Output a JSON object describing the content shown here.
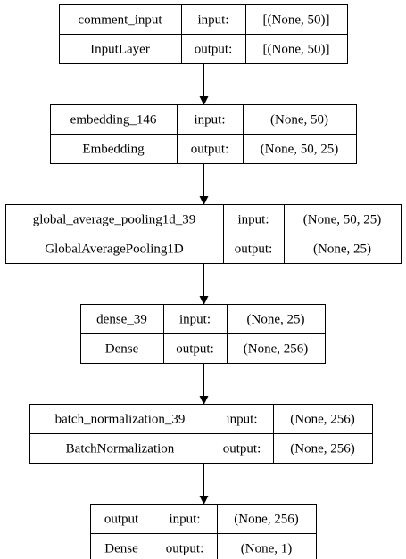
{
  "colors": {
    "stroke": "#000000",
    "text": "#000000",
    "background": "#ffffff"
  },
  "layers": [
    {
      "name": "comment_input",
      "type": "InputLayer",
      "input_label": "input:",
      "output_label": "output:",
      "input_shape": "[(None, 50)]",
      "output_shape": "[(None, 50)]"
    },
    {
      "name": "embedding_146",
      "type": "Embedding",
      "input_label": "input:",
      "output_label": "output:",
      "input_shape": "(None, 50)",
      "output_shape": "(None, 50, 25)"
    },
    {
      "name": "global_average_pooling1d_39",
      "type": "GlobalAveragePooling1D",
      "input_label": "input:",
      "output_label": "output:",
      "input_shape": "(None, 50, 25)",
      "output_shape": "(None, 25)"
    },
    {
      "name": "dense_39",
      "type": "Dense",
      "input_label": "input:",
      "output_label": "output:",
      "input_shape": "(None, 25)",
      "output_shape": "(None, 256)"
    },
    {
      "name": "batch_normalization_39",
      "type": "BatchNormalization",
      "input_label": "input:",
      "output_label": "output:",
      "input_shape": "(None, 256)",
      "output_shape": "(None, 256)"
    },
    {
      "name": "output",
      "type": "Dense",
      "input_label": "input:",
      "output_label": "output:",
      "input_shape": "(None, 256)",
      "output_shape": "(None, 1)"
    }
  ]
}
